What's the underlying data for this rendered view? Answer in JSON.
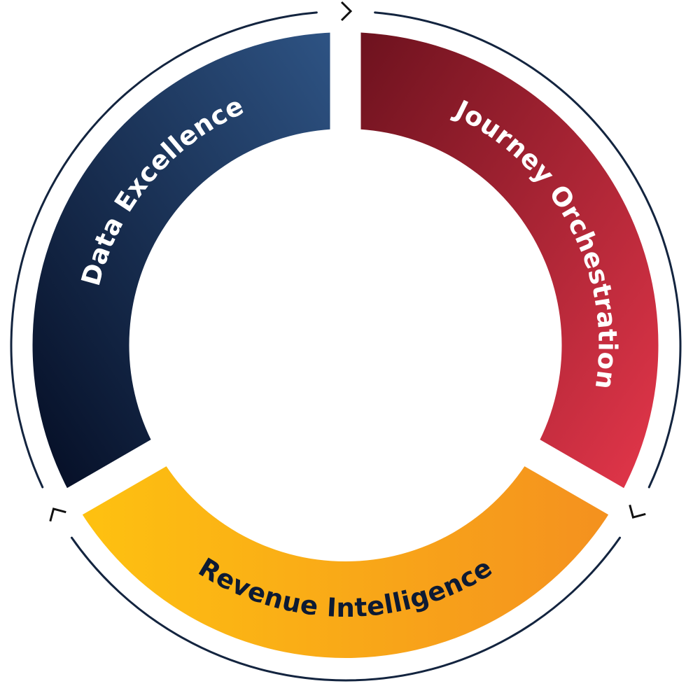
{
  "diagram": {
    "type": "cycle",
    "segments": [
      {
        "id": "data-excellence",
        "label": "Data Excellence",
        "text_color": "#ffffff",
        "gradient": [
          "#040c22",
          "#2f5586"
        ]
      },
      {
        "id": "journey-orchestration",
        "label": "Journey Orchestration",
        "text_color": "#ffffff",
        "gradient": [
          "#6a111d",
          "#e6374b"
        ]
      },
      {
        "id": "revenue-intelligence",
        "label": "Revenue Intelligence",
        "text_color": "#0d1a33",
        "gradient": [
          "#fec210",
          "#f4901f"
        ]
      }
    ],
    "ring_color": "#13243f",
    "arrow_color": "#111111",
    "arrow_icon": "chevron-icon"
  }
}
